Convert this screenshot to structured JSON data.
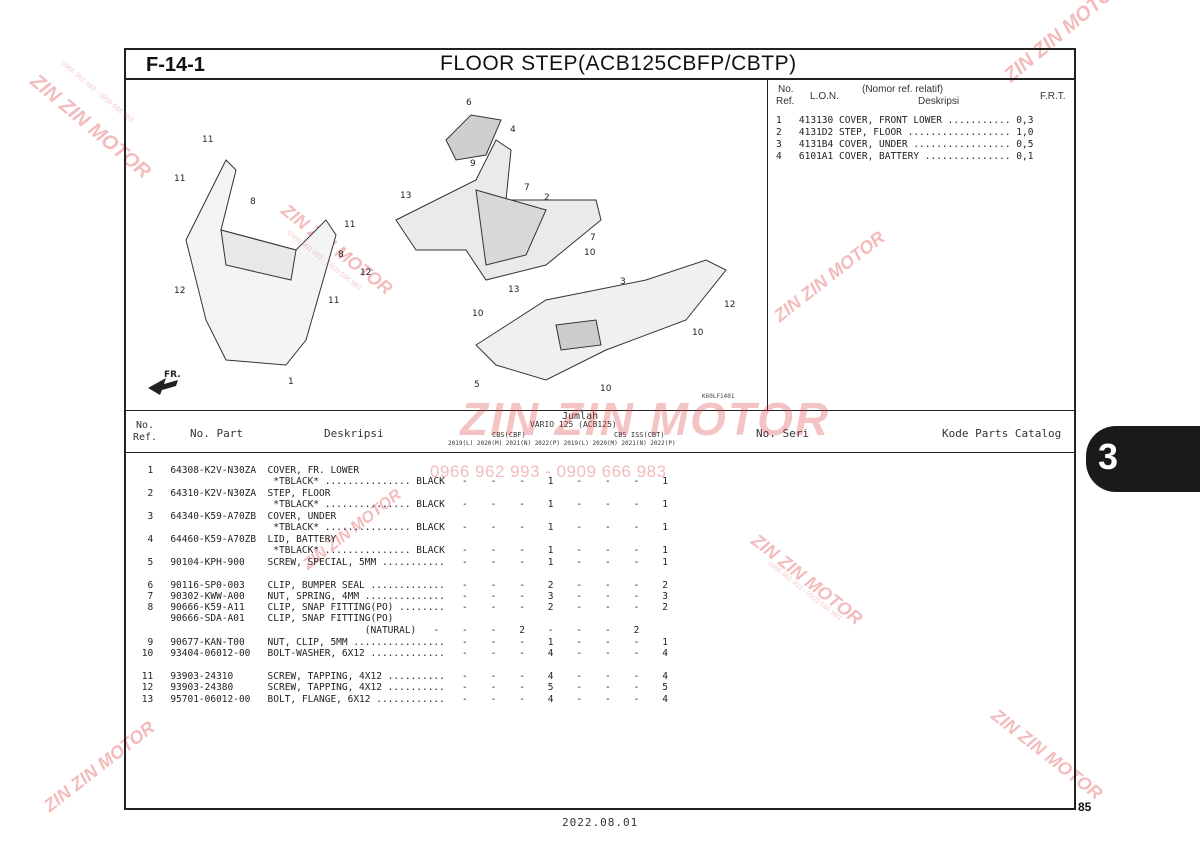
{
  "header": {
    "code": "F-14-1",
    "title": "FLOOR STEP(ACB125CBFP/CBTP)"
  },
  "lon_table": {
    "col_no": "No.",
    "col_ref": "Ref.",
    "col_lon": "L.O.N.",
    "col_nomor": "(Nomor ref. relatif)",
    "col_deskripsi": "Deskripsi",
    "col_frt": "F.R.T.",
    "rows": [
      {
        "no": "1",
        "lon": "413130",
        "desc": "COVER, FRONT LOWER ...........",
        "frt": "0,3"
      },
      {
        "no": "2",
        "lon": "4131D2",
        "desc": "STEP, FLOOR ..................",
        "frt": "1,0"
      },
      {
        "no": "3",
        "lon": "4131B4",
        "desc": "COVER, UNDER .................",
        "frt": "0,5"
      },
      {
        "no": "4",
        "lon": "6101A1",
        "desc": "COVER, BATTERY ...............",
        "frt": "0,1"
      }
    ]
  },
  "diagram": {
    "code": "K60LF1401",
    "fr_label": "FR.",
    "callouts": [
      "1",
      "2",
      "3",
      "4",
      "5",
      "6",
      "7",
      "7",
      "8",
      "8",
      "9",
      "10",
      "10",
      "10",
      "10",
      "11",
      "11",
      "11",
      "11",
      "12",
      "12",
      "12",
      "13",
      "13"
    ]
  },
  "parts_header": {
    "no": "No.",
    "ref": "Ref.",
    "no_part": "No. Part",
    "deskripsi": "Deskripsi",
    "jumlah": "Jumlah",
    "model": "VARIO 125 (ACB125)",
    "cbs_cbf": "CBS(CBF)",
    "cbs_iss": "CBS ISS(CBT)",
    "years": "2019(L) 2020(M) 2021(N) 2022(P) 2019(L) 2020(M) 2021(N) 2022(P)",
    "no_seri": "No. Seri",
    "kode": "Kode Parts Catalog"
  },
  "parts": [
    {
      "line": "  1   64308-K2V-N30ZA  COVER, FR. LOWER"
    },
    {
      "line": "                        *TBLACK* ............... BLACK   -    -    -    1    -    -    -    1"
    },
    {
      "line": "  2   64310-K2V-N30ZA  STEP, FLOOR"
    },
    {
      "line": "                        *TBLACK* ............... BLACK   -    -    -    1    -    -    -    1"
    },
    {
      "line": "  3   64340-K59-A70ZB  COVER, UNDER"
    },
    {
      "line": "                        *TBLACK* ............... BLACK   -    -    -    1    -    -    -    1"
    },
    {
      "line": "  4   64460-K59-A70ZB  LID, BATTERY"
    },
    {
      "line": "                        *TBLACK* ............... BLACK   -    -    -    1    -    -    -    1"
    },
    {
      "line": "  5   90104-KPH-900    SCREW, SPECIAL, 5MM ...........   -    -    -    1    -    -    -    1"
    },
    {
      "line": ""
    },
    {
      "line": "  6   90116-SP0-003    CLIP, BUMPER SEAL .............   -    -    -    2    -    -    -    2"
    },
    {
      "line": "  7   90302-KWW-A00    NUT, SPRING, 4MM ..............   -    -    -    3    -    -    -    3"
    },
    {
      "line": "  8   90666-K59-A11    CLIP, SNAP FITTING(PO) ........   -    -    -    2    -    -    -    2"
    },
    {
      "line": "      90666-SDA-A01    CLIP, SNAP FITTING(PO)"
    },
    {
      "line": "                                        (NATURAL)   -    -    -    2    -    -    -    2"
    },
    {
      "line": "  9   90677-KAN-T00    NUT, CLIP, 5MM ................   -    -    -    1    -    -    -    1"
    },
    {
      "line": " 10   93404-06012-00   BOLT-WASHER, 6X12 .............   -    -    -    4    -    -    -    4"
    },
    {
      "line": ""
    },
    {
      "line": " 11   93903-24310      SCREW, TAPPING, 4X12 ..........   -    -    -    4    -    -    -    4"
    },
    {
      "line": " 12   93903-24380      SCREW, TAPPING, 4X12 ..........   -    -    -    5    -    -    -    5"
    },
    {
      "line": " 13   95701-06012-00   BOLT, FLANGE, 6X12 ............   -    -    -    4    -    -    -    4"
    }
  ],
  "footer": {
    "date": "2022.08.01",
    "page": "85",
    "section": "3"
  },
  "watermark": {
    "brand": "ZIN ZIN MOTOR",
    "phone": "0966 962 993 - 0909 666 983"
  }
}
